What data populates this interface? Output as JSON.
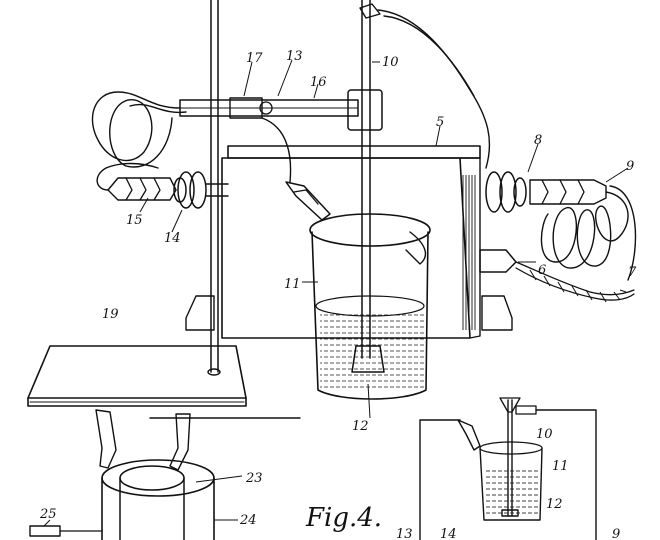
{
  "figure": {
    "caption": "Fig.4."
  },
  "labels": [
    {
      "id": "l17",
      "text": "17"
    },
    {
      "id": "l13",
      "text": "13"
    },
    {
      "id": "l10",
      "text": "10"
    },
    {
      "id": "l16",
      "text": "16"
    },
    {
      "id": "l5",
      "text": "5"
    },
    {
      "id": "l8",
      "text": "8"
    },
    {
      "id": "l9",
      "text": "9"
    },
    {
      "id": "l15",
      "text": "15"
    },
    {
      "id": "l14",
      "text": "14"
    },
    {
      "id": "l11",
      "text": "11"
    },
    {
      "id": "l6",
      "text": "6"
    },
    {
      "id": "l7",
      "text": "7"
    },
    {
      "id": "l19",
      "text": "19"
    },
    {
      "id": "l12",
      "text": "12"
    },
    {
      "id": "l23",
      "text": "23"
    },
    {
      "id": "l24",
      "text": "24"
    },
    {
      "id": "l25",
      "text": "25"
    },
    {
      "id": "s10",
      "text": "10"
    },
    {
      "id": "s11",
      "text": "11"
    },
    {
      "id": "s12",
      "text": "12"
    },
    {
      "id": "s14",
      "text": "14"
    },
    {
      "id": "s9",
      "text": "9"
    },
    {
      "id": "s13",
      "text": "13"
    }
  ]
}
